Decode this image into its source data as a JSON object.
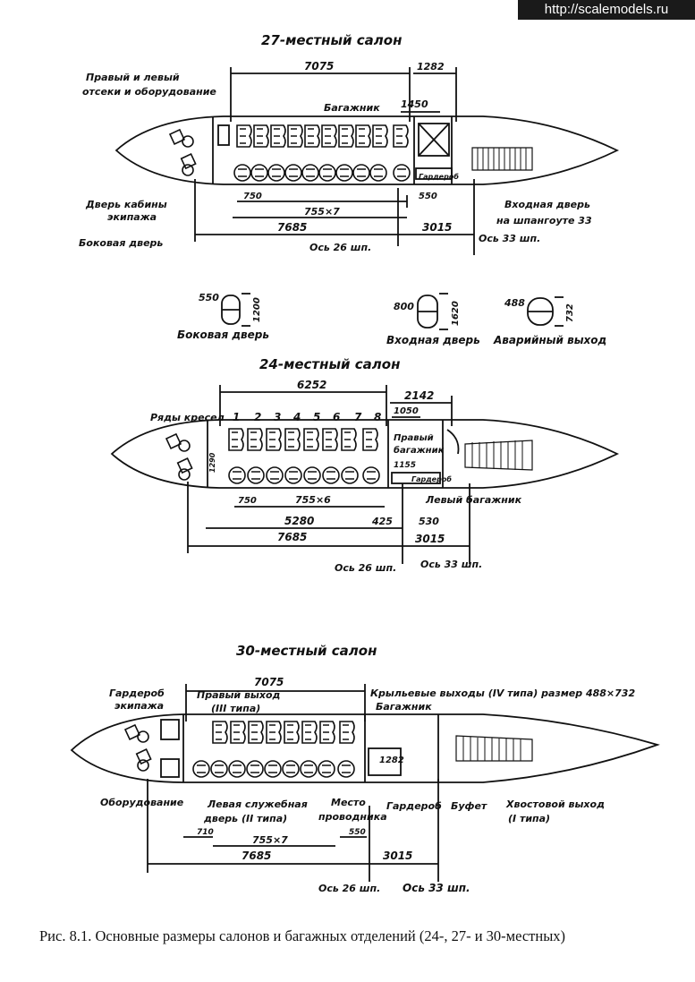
{
  "watermark": "http://scalemodels.ru",
  "caption": "Рис. 8.1. Основные размеры салонов и багажных отделений (24-, 27- и 30-местных)",
  "door_details": {
    "side_door": {
      "label": "Боковая дверь",
      "width": "550",
      "height": "1200"
    },
    "entry_door": {
      "label": "Входная дверь",
      "width": "800",
      "height": "1620"
    },
    "emergency_exit": {
      "label": "Аварийный выход",
      "width": "488",
      "height": "732"
    }
  },
  "salon27": {
    "title": "27-местный салон",
    "dim_top": "7075",
    "dim_top_right": "1282",
    "dim_baggage": "1450",
    "label_walls": "Правый и левый",
    "label_walls2": "отсеки и оборудование",
    "label_baggage": "Багажник",
    "label_wardrobe": "Гардероб",
    "label_crew_door": "Дверь кабины",
    "label_crew_door2": "экипажа",
    "label_side_door": "Боковая дверь",
    "label_entry": "Входная дверь",
    "label_entry2": "на шпангоуте 33",
    "dim_750": "750",
    "dim_pitch": "755×7",
    "dim_550": "550",
    "dim_7685": "7685",
    "dim_3015": "3015",
    "axis_26": "Ось 26 шп.",
    "axis_33": "Ось 33 шп."
  },
  "salon24": {
    "title": "24-местный салон",
    "dim_top": "6252",
    "dim_top_right": "2142",
    "dim_1050": "1050",
    "label_rows": "Ряды кресел",
    "row_numbers": [
      "1",
      "2",
      "3",
      "4",
      "5",
      "6",
      "7",
      "8"
    ],
    "label_right_bag": "Правый",
    "label_right_bag2": "багажник",
    "dim_1155": "1155",
    "label_wardrobe": "Гардероб",
    "label_left_bag": "Левый багажник",
    "dim_1290": "1290",
    "dim_750": "750",
    "dim_pitch": "755×6",
    "dim_5280": "5280",
    "dim_425": "425",
    "dim_530": "530",
    "dim_7685": "7685",
    "dim_3015": "3015",
    "axis_26": "Ось 26 шп.",
    "axis_33": "Ось 33 шп."
  },
  "salon30": {
    "title": "30-местный салон",
    "dim_top": "7075",
    "label_crew_wardrobe": "Гардероб",
    "label_crew_wardrobe2": "экипажа",
    "label_right_exit": "Правый выход",
    "label_right_exit2": "(III типа)",
    "label_wing_exits": "Крыльевые выходы (IV типа) размер 488×732",
    "label_baggage": "Багажник",
    "dim_1282": "1282",
    "label_equipment": "Оборудование",
    "label_service_door": "Левая служебная",
    "label_service_door2": "дверь (II типа)",
    "label_aisle": "Место",
    "label_aisle2": "проводника",
    "label_wardrobe": "Гардероб",
    "label_buffet": "Буфет",
    "label_tail_exit": "Хвостовой выход",
    "label_tail_exit2": "(I типа)",
    "dim_710": "710",
    "dim_pitch": "755×7",
    "dim_550": "550",
    "dim_7685": "7685",
    "dim_3015": "3015",
    "axis_26": "Ось 26 шп.",
    "axis_33": "Ось 33 шп."
  }
}
